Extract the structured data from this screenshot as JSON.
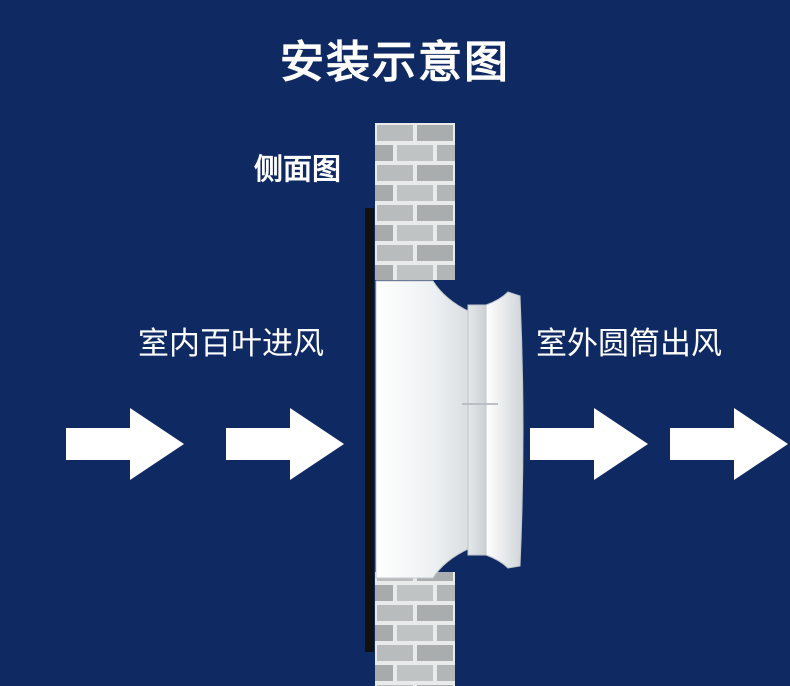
{
  "title": "安装示意图",
  "side_view_label": "侧面图",
  "intake_label": "室内百叶进风",
  "outlet_label": "室外圆筒出风",
  "colors": {
    "background": "#0f2a63",
    "text": "#ffffff",
    "arrow": "#ffffff",
    "brick": "#b9bcbc",
    "mortar": "#e9ebeb",
    "fan_body": "#f2f4f5",
    "panel": "#111111"
  },
  "arrows": {
    "intake_count": 2,
    "outlet_count": 2,
    "direction": "right"
  }
}
